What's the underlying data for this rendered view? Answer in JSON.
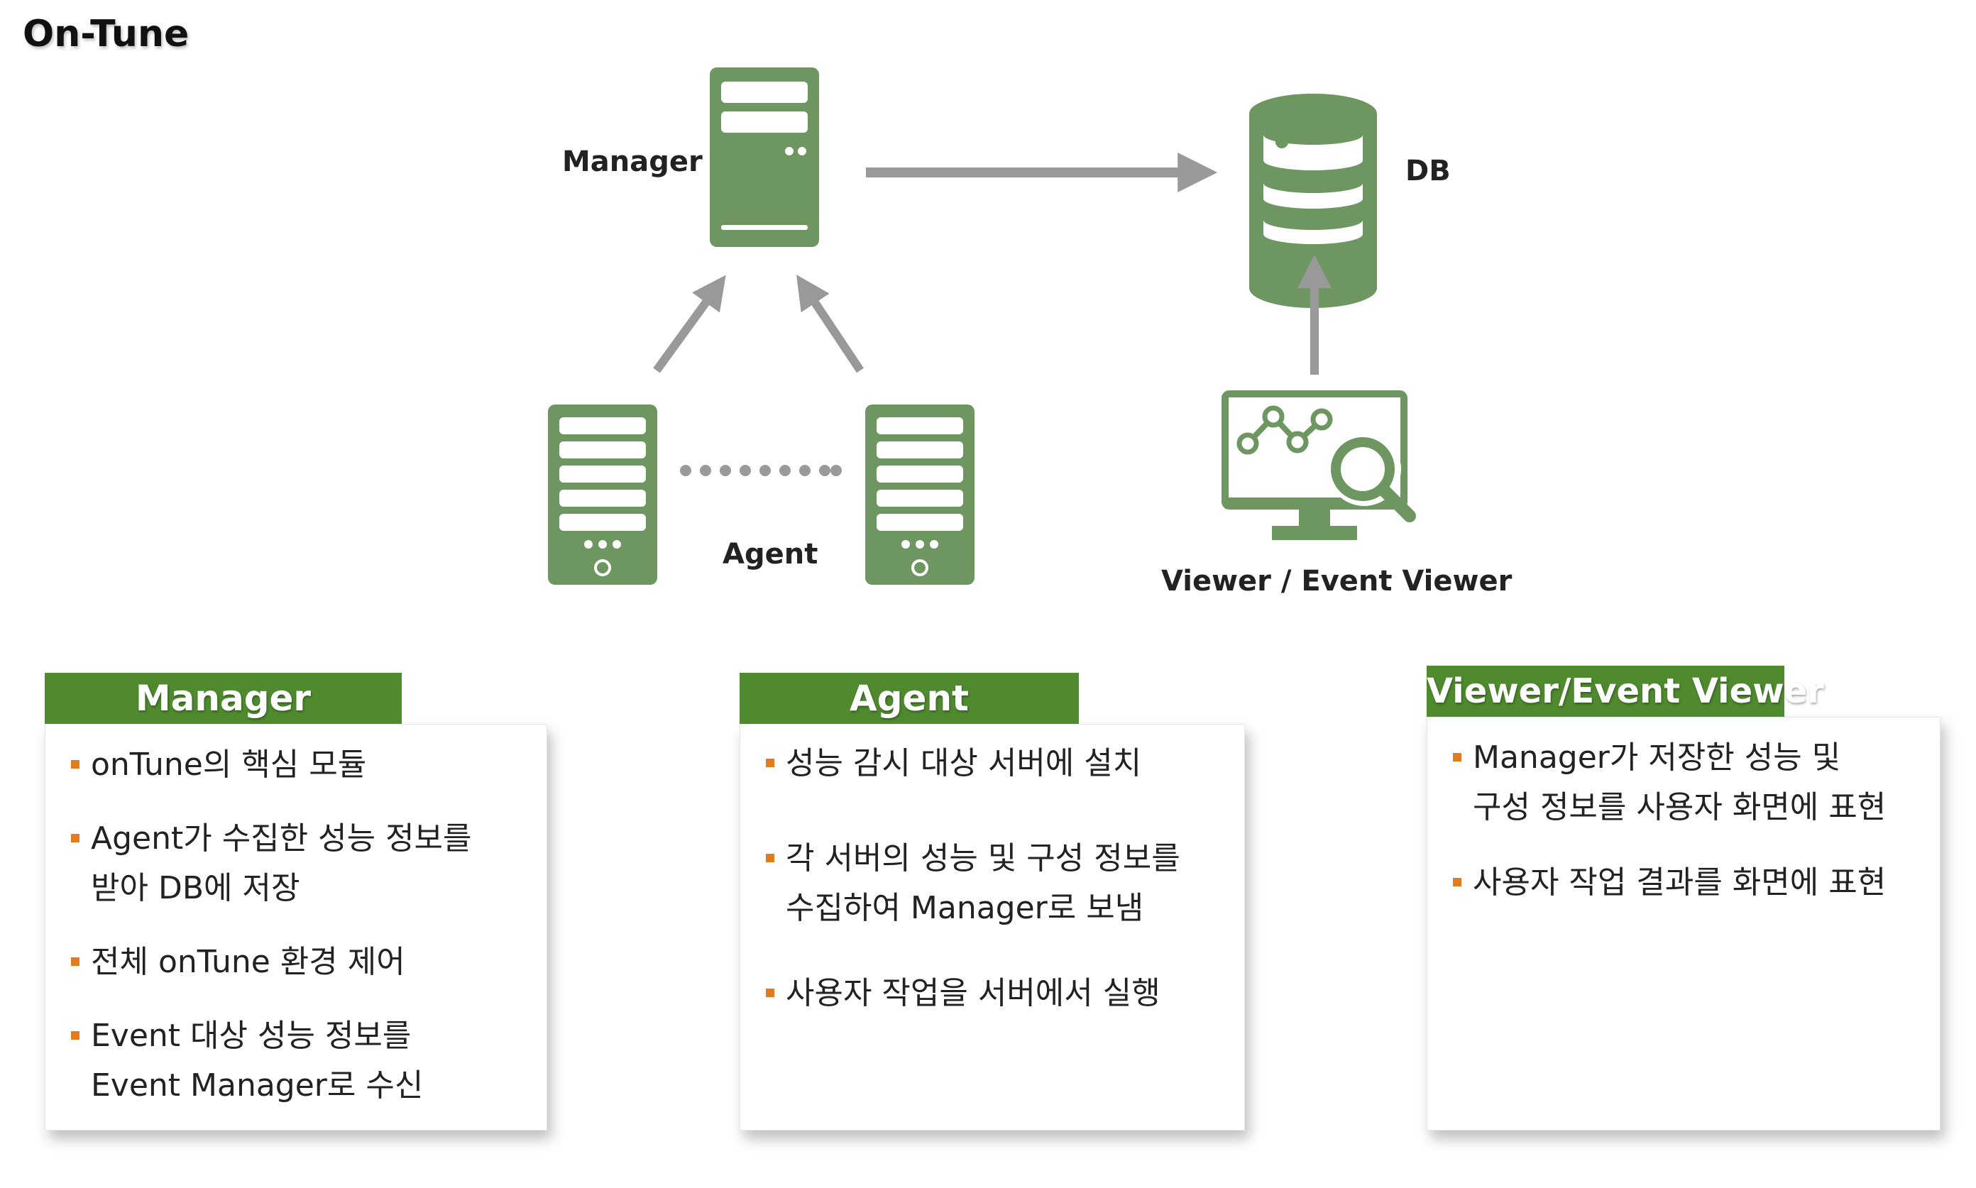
{
  "title": "On-Tune",
  "colors": {
    "icon_green": "#6d9660",
    "arrow_gray": "#999999",
    "header_green": "#4f8a2f",
    "bullet_orange": "#e07b1e"
  },
  "nodes": {
    "manager": {
      "label": "Manager",
      "icon": "server-tower-icon"
    },
    "db": {
      "label": "DB",
      "icon": "database-icon"
    },
    "agent": {
      "label": "Agent",
      "icon": "server-tower-icon"
    },
    "viewer": {
      "label": "Viewer / Event Viewer",
      "icon": "monitor-analytics-icon"
    }
  },
  "cards": [
    {
      "title": "Manager",
      "items": [
        "onTune의 핵심 모듈",
        "Agent가 수집한 성능 정보를\n받아 DB에 저장",
        "전체  onTune 환경 제어",
        "Event 대상 성능 정보를\nEvent Manager로 수신"
      ]
    },
    {
      "title": "Agent",
      "items": [
        "성능 감시 대상 서버에 설치",
        "각 서버의 성능 및 구성 정보를\n수집하여 Manager로 보냄",
        "사용자 작업을 서버에서 실행"
      ]
    },
    {
      "title": "Viewer/Event Viewer",
      "items": [
        "Manager가 저장한 성능 및\n구성 정보를 사용자 화면에 표현",
        "사용자 작업 결과를 화면에 표현"
      ]
    }
  ]
}
